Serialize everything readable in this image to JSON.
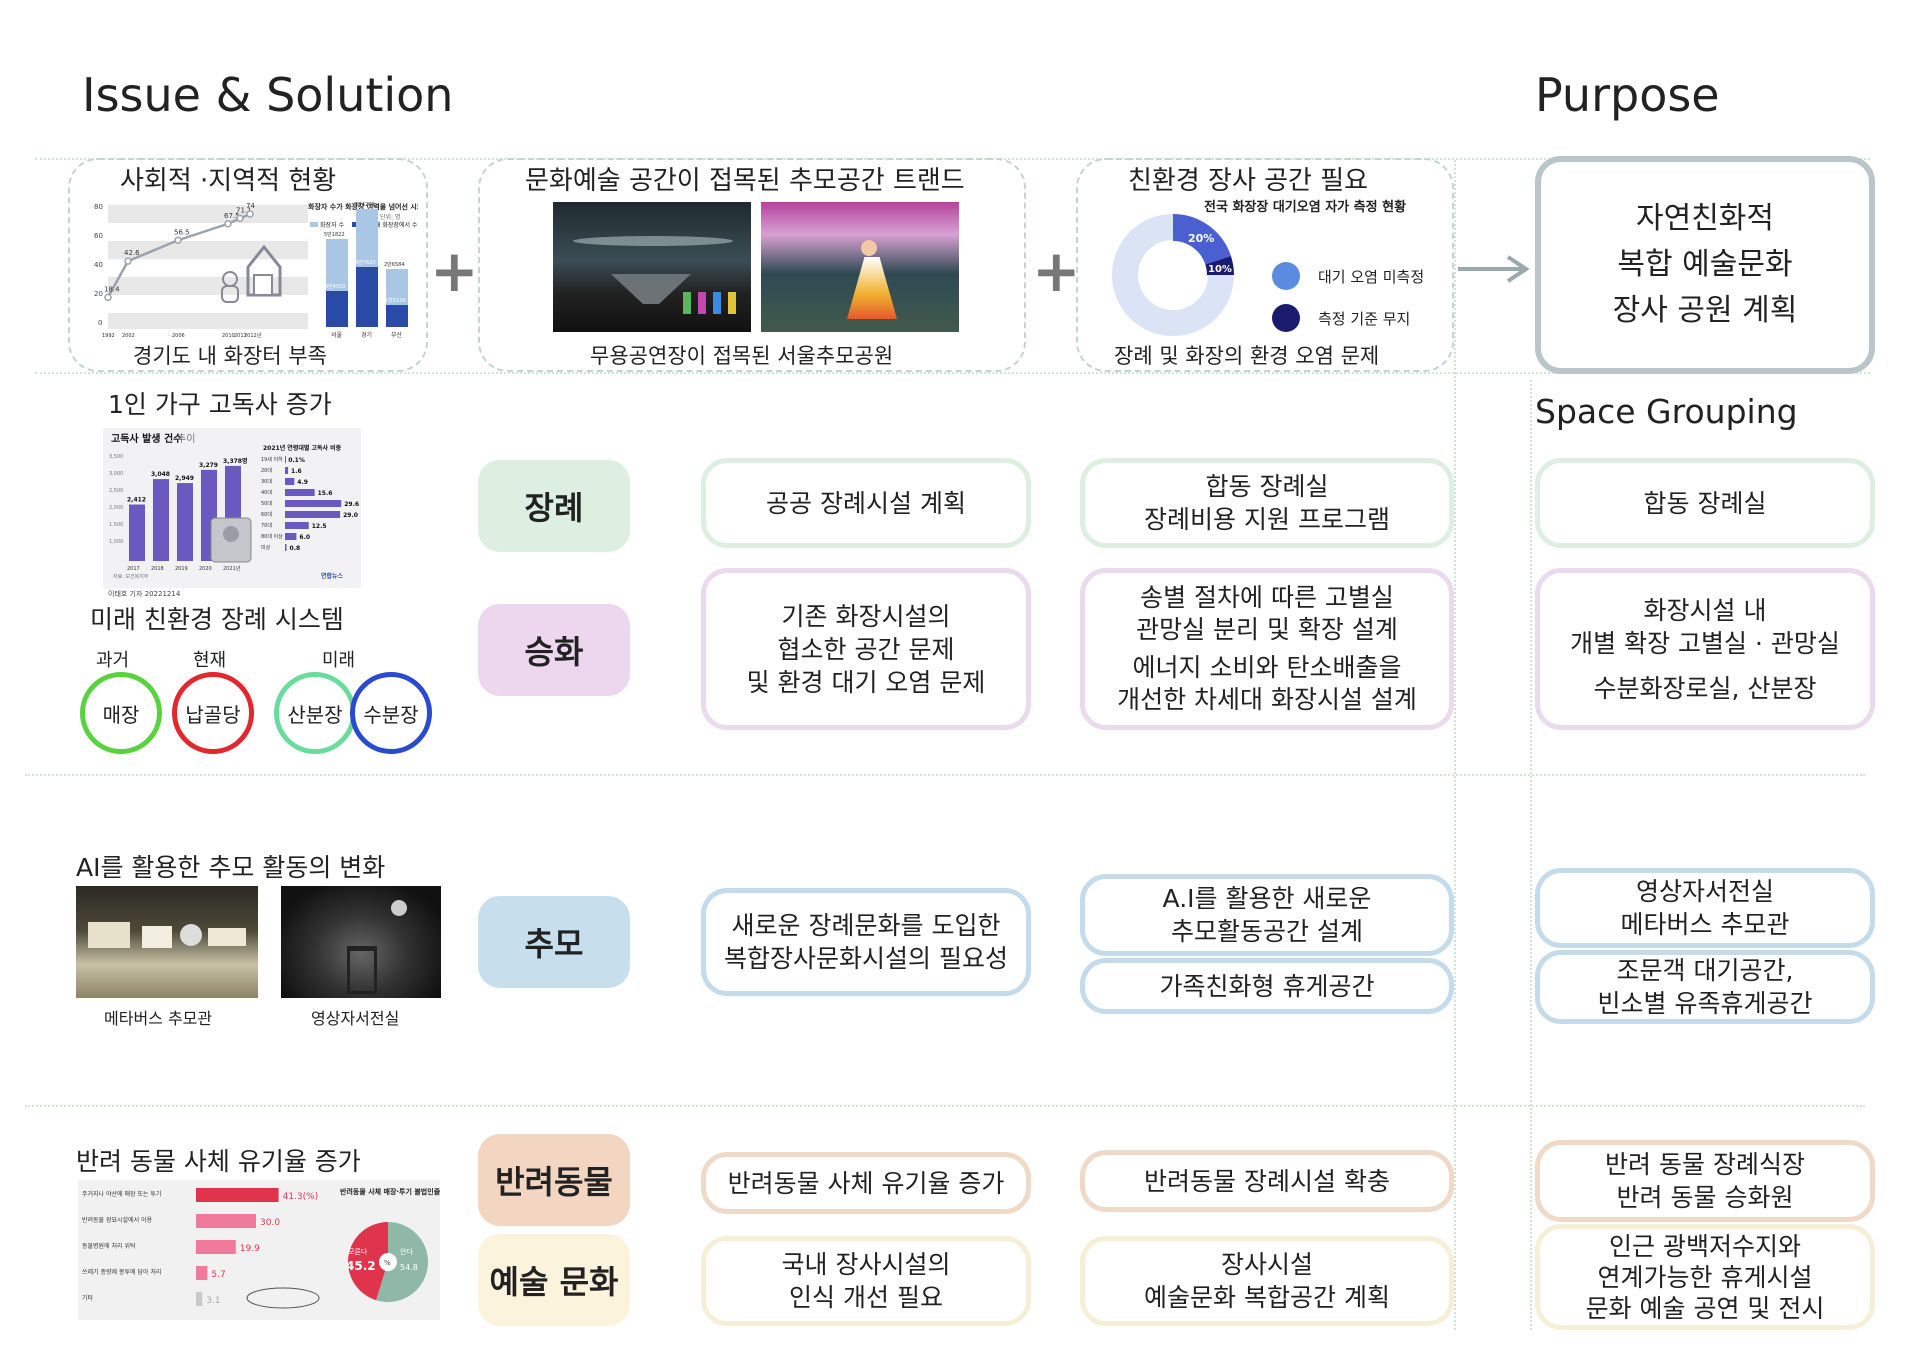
{
  "header": {
    "left_title": "Issue & Solution",
    "right_title": "Purpose"
  },
  "top": {
    "social": {
      "title": "사회적 ·지역적 현황",
      "caption": "경기도 내 화장터 부족",
      "chart": {
        "legend_title": "화장자 수가 화장장 여력을 넘어선 시도",
        "legend_unit": "단위: 명",
        "legend_items": [
          "화장자 수",
          "지역 내 화장장에서 수용 가능 규모"
        ],
        "line_points": [
          {
            "x": "1992",
            "y": 18.4
          },
          {
            "x": "2002",
            "y": 42.6
          },
          {
            "x": "2006",
            "y": 56.5
          },
          {
            "x": "2010",
            "y": 67.5
          },
          {
            "x": "2011",
            "y": 71.1
          },
          {
            "x": "2012년",
            "y": 74.0
          }
        ],
        "y_ticks": [
          "80",
          "60",
          "40",
          "20",
          "0"
        ],
        "bars": [
          {
            "label": "서울",
            "value_label": "3만4550"
          },
          {
            "label": "경기",
            "value_label": "4만7620"
          },
          {
            "label": "부산",
            "value_label": "1만5120"
          }
        ],
        "bar_top_labels": [
          "5만1822",
          "7만4239",
          "2만6584"
        ]
      }
    },
    "trend": {
      "title": "문화예술 공간이 접목된 추모공간 트랜드",
      "caption": "무용공연장이 접목된 서울추모공원"
    },
    "eco": {
      "title": "친환경 장사 공간 필요",
      "chart_title": "전국 화장장 대기오염 자가 측정 현황",
      "caption": "장례 및 화장의 환경 오염 문제",
      "legend": [
        "대기 오염 미측정",
        "측정 기준 무지"
      ],
      "pct1": "20%",
      "pct2": "10%"
    },
    "purpose_lines": [
      "자연친화적",
      "복합 예술문화",
      "장사 공원 계획"
    ]
  },
  "left": {
    "solitary": {
      "title": "1인 가구 고독사 증가",
      "chart_title": "고독사 발생 건수",
      "chart_title_suffix": "추이",
      "side_title": "2021년 연령대별 고독사 비중",
      "years": [
        "2017",
        "2018",
        "2019",
        "2020",
        "2021년"
      ],
      "values": [
        "2,412",
        "3,048",
        "2,949",
        "3,279",
        "3,378명"
      ],
      "y_ticks": [
        "3,500",
        "3,000",
        "2,500",
        "2,000",
        "1,500",
        "1,000"
      ],
      "age_labels": [
        "19세 이하",
        "20대",
        "30대",
        "40대",
        "50대",
        "60대",
        "70대",
        "80대 이상",
        "미상"
      ],
      "age_values": [
        "0.1%",
        "1.6",
        "4.9",
        "15.6",
        "29.6",
        "29.0",
        "12.5",
        "6.0",
        "0.8"
      ],
      "source": "자료: 보건복지부",
      "credit": "이태호 기자  20221214",
      "logo": "연합뉴스"
    },
    "future": {
      "title": "미래 친환경 장례 시스템",
      "labels": [
        "과거",
        "현재",
        "미래"
      ],
      "circles": [
        "매장",
        "납골당",
        "산분장",
        "수분장"
      ]
    },
    "ai": {
      "title": "AI를 활용한 추모 활동의 변화",
      "captions": [
        "메타버스 추모관",
        "영상자서전실"
      ]
    },
    "pet": {
      "title": "반려 동물 사체 유기율 증가",
      "bars": [
        {
          "label": "주거지나 야산에 매장 또는 투기",
          "value": "41.3",
          "unit": "(%)"
        },
        {
          "label": "반려동물 장묘시설에서 이용",
          "value": "30.0"
        },
        {
          "label": "동물병원에 처리 위탁",
          "value": "19.9"
        },
        {
          "label": "쓰레기 종량제 봉투에 담아 처리",
          "value": "5.7"
        },
        {
          "label": "기타",
          "value": "3.1"
        }
      ],
      "pie_title": "반려동물 사체 매장·투기 불법인줄 아시나요?",
      "pie_no_label": "모른다",
      "pie_no": "45.2",
      "pie_yes_label": "안다",
      "pie_yes": "54.8",
      "pie_center": "%"
    }
  },
  "categories": [
    {
      "label": "장례",
      "color": "#dcefe0"
    },
    {
      "label": "승화",
      "color": "#ecd7ef"
    },
    {
      "label": "추모",
      "color": "#c7dfed"
    },
    {
      "label": "반려동물",
      "color": "#f2d6c2"
    },
    {
      "label": "예술 문화",
      "color": "#fbf3dc"
    }
  ],
  "issues": {
    "funeral": [
      "공공 장례시설 계획"
    ],
    "sublimation": [
      "기존 화장시설의",
      "협소한 공간 문제",
      "및 환경 대기 오염 문제"
    ],
    "memorial": [
      "새로운 장례문화를 도입한",
      "복합장사문화시설의 필요성"
    ],
    "pet": [
      "반려동물 사체 유기율 증가"
    ],
    "art": [
      "국내 장사시설의",
      "인식 개선 필요"
    ]
  },
  "solutions": {
    "funeral": [
      "합동 장례실",
      "장례비용 지원 프로그램"
    ],
    "sublimation": [
      "송별 절차에 따른 고별실",
      "관망실 분리 및 확장 설계",
      "에너지 소비와 탄소배출을",
      "개선한 차세대 화장시설 설계"
    ],
    "memorial_1": [
      "A.I를 활용한 새로운",
      "추모활동공간 설계"
    ],
    "memorial_2": [
      "가족친화형 휴게공간"
    ],
    "pet": [
      "반려동물 장례시설 확충"
    ],
    "art": [
      "장사시설",
      "예술문화 복합공간 계획"
    ]
  },
  "space_grouping": {
    "title": "Space Grouping",
    "funeral": [
      "합동 장례실"
    ],
    "sublimation": [
      "화장시설 내",
      "개별 확장 고별실 · 관망실",
      "수분화장로실, 산분장"
    ],
    "memorial_1": [
      "영상자서전실",
      "메타버스 추모관"
    ],
    "memorial_2": [
      "조문객 대기공간,",
      "빈소별 유족휴게공간"
    ],
    "pet": [
      "반려 동물 장례식장",
      "반려 동물 승화원"
    ],
    "art": [
      "인근 광백저수지와",
      "연계가능한 휴게시설",
      "문화 예술 공연 및 전시"
    ]
  },
  "colors": {
    "dark_blue": "#1a1a6e",
    "mid_blue": "#4a5fd0",
    "light_blue": "#dae4f4",
    "legend_light": "#5a8be0",
    "bar_purple": "#6a5ac0",
    "red": "#e0344d",
    "pink": "#f07a99",
    "gray": "#8fb8a8"
  },
  "icons": [
    "plus-icon",
    "arrow-right-icon"
  ]
}
